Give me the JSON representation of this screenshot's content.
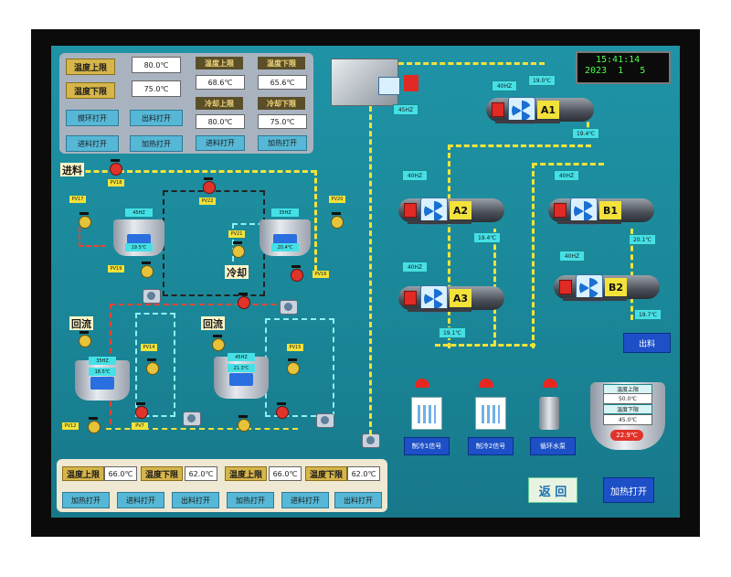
{
  "clock": {
    "time": "15:41:14",
    "date": "2023  1   5"
  },
  "top_left_panel": {
    "temp_upper_label": "温度上限",
    "temp_upper_value": "80.0℃",
    "temp_lower_label": "温度下限",
    "temp_lower_value": "75.0℃",
    "circulate_btn": "搅环打开",
    "discharge_btn": "出料打开",
    "feed_btn": "进料打开",
    "heat_btn": "加热打开",
    "sub_upper_label": "温度上限",
    "sub_upper_value": "68.6℃",
    "sub_lower_label": "温度下限",
    "sub_lower_value": "65.6℃",
    "cool_upper_label": "冷却上限",
    "cool_upper_value": "80.0℃",
    "cool_lower_label": "冷却下限",
    "cool_lower_value": "75.0℃",
    "feed_btn2": "进料打开",
    "heat_btn2": "加热打开"
  },
  "process": {
    "feed_label": "进料",
    "cool_label": "冷却",
    "reflux_label_1": "回流",
    "reflux_label_2": "回流",
    "valves": {
      "pv18": "PV18",
      "pv17": "PV17",
      "pv22": "PV22",
      "pv20": "PV20",
      "pv21": "PV21",
      "pv19": "PV19",
      "pv16": "PV16",
      "pv14": "PV14",
      "pv15": "PV15",
      "pv12": "PV12",
      "pv7": "PV7"
    },
    "tank1": {
      "hz": "45HZ",
      "temp": "19.5℃"
    },
    "tank2": {
      "hz": "35HZ",
      "temp": "20.4℃"
    },
    "tank3": {
      "hz": "35HZ",
      "temp": "18.5℃"
    },
    "tank4": {
      "hz": "45HZ",
      "temp": "21.3℃"
    },
    "machine_hz": "45HZ"
  },
  "motors": [
    {
      "name": "A1",
      "hz": "40HZ",
      "temp_in": "19.0℃",
      "temp_out": "19.4℃"
    },
    {
      "name": "A2",
      "hz": "40HZ",
      "temp": "19.4℃"
    },
    {
      "name": "A3",
      "hz": "40HZ",
      "temp": "19.1℃"
    },
    {
      "name": "B1",
      "hz": "40HZ",
      "temp": "20.1℃"
    },
    {
      "name": "B2",
      "hz": "40HZ",
      "temp": "19.7℃"
    }
  ],
  "discharge_label": "出料",
  "signals": {
    "ice1": "制冷1信号",
    "ice2": "制冷2信号",
    "pump": "循环水泵"
  },
  "right_tank": {
    "upper_label": "温度上限",
    "upper_value": "50.0℃",
    "lower_label": "温度下限",
    "lower_value": "45.0℃",
    "current": "22.9℃"
  },
  "bottom_panel": {
    "upper1_label": "温度上限",
    "upper1_value": "66.0℃",
    "lower1_label": "温度下限",
    "lower1_value": "62.0℃",
    "upper2_label": "温度上限",
    "upper2_value": "66.0℃",
    "lower2_label": "温度下限",
    "lower2_value": "62.0℃",
    "buttons": [
      "加热打开",
      "进料打开",
      "出料打开",
      "加热打开",
      "进料打开",
      "出料打开"
    ]
  },
  "back_btn": "返 回",
  "heat_btn": "加热打开"
}
